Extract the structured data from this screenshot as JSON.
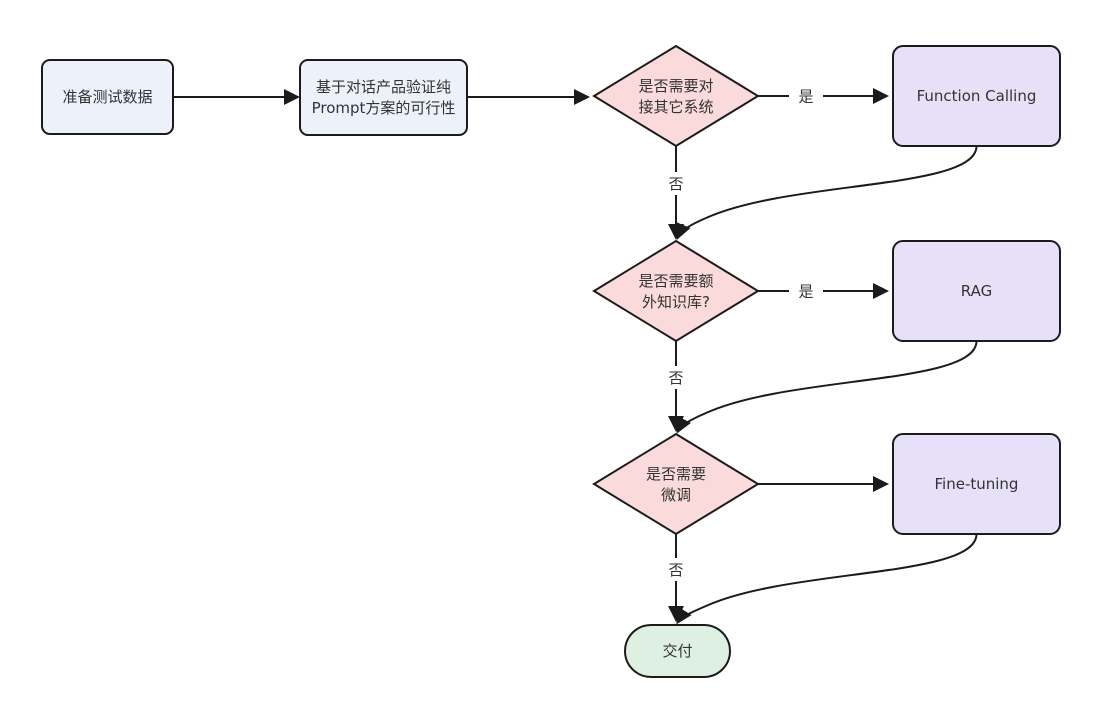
{
  "diagram": {
    "type": "flowchart",
    "direction": "left-to-right",
    "nodes": {
      "prepare": {
        "label": "准备测试数据",
        "shape": "rounded-rectangle"
      },
      "validate": {
        "line1": "基于对话产品验证纯",
        "line2": "Prompt方案的可行性",
        "shape": "rounded-rectangle"
      },
      "decision_connect_systems": {
        "line1": "是否需要对",
        "line2": "接其它系统",
        "shape": "diamond"
      },
      "function_calling": {
        "label": "Function Calling",
        "shape": "rounded-rectangle"
      },
      "decision_knowledge_base": {
        "line1": "是否需要额",
        "line2": "外知识库?",
        "shape": "diamond"
      },
      "rag": {
        "label": "RAG",
        "shape": "rounded-rectangle"
      },
      "decision_fine_tune": {
        "line1": "是否需要",
        "line2": "微调",
        "shape": "diamond"
      },
      "fine_tuning": {
        "label": "Fine-tuning",
        "shape": "rounded-rectangle"
      },
      "deliver": {
        "label": "交付",
        "shape": "stadium"
      }
    },
    "edge_labels": {
      "yes1": "是",
      "no1": "否",
      "yes2": "是",
      "no2": "否",
      "no3": "否"
    },
    "colors": {
      "process_fill": "#edf2fa",
      "decision_fill": "#fadada",
      "result_fill": "#e6e0f9",
      "end_fill": "#def0e1",
      "border": "#1b1b1b",
      "text": "#333333",
      "canvas": "#ffffff"
    }
  }
}
